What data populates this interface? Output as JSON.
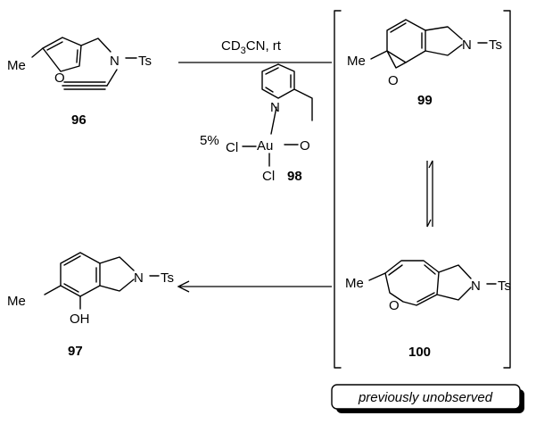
{
  "compounds": {
    "c96": {
      "number": "96",
      "atoms": {
        "me": "Me",
        "o": "O",
        "n": "N",
        "ts": "Ts"
      }
    },
    "c99": {
      "number": "99",
      "atoms": {
        "me": "Me",
        "o": "O",
        "n": "N",
        "ts": "Ts"
      }
    },
    "c100": {
      "number": "100",
      "atoms": {
        "me": "Me",
        "o": "O",
        "n": "N",
        "ts": "Ts"
      }
    },
    "c97": {
      "number": "97",
      "atoms": {
        "me": "Me",
        "oh": "OH",
        "n": "N",
        "ts": "Ts"
      }
    }
  },
  "conditions": {
    "solvent": "CD",
    "solvent_sub": "3",
    "solvent_rest": "CN, rt",
    "loading": "5%"
  },
  "catalyst": {
    "number": "98",
    "atoms": {
      "n": "N",
      "au": "Au",
      "o": "O",
      "cl1": "Cl",
      "cl2": "Cl"
    }
  },
  "note": "previously unobserved"
}
